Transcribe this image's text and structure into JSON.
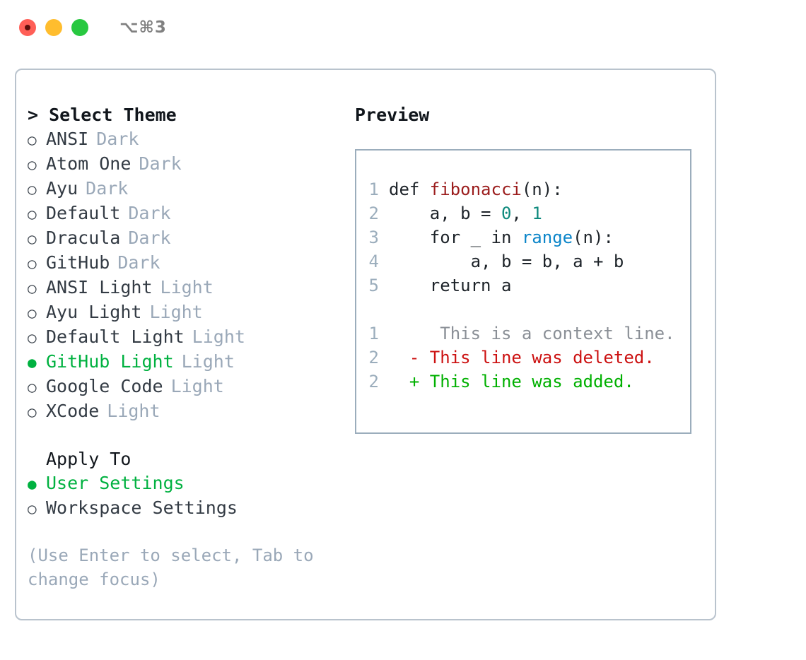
{
  "titlebar": {
    "shortcut": "⌥⌘3",
    "buttons": [
      {
        "name": "close",
        "color": "#ff5f57"
      },
      {
        "name": "minimize",
        "color": "#ffbd2e"
      },
      {
        "name": "maximize",
        "color": "#28c840"
      }
    ]
  },
  "theme_picker": {
    "header": "> Select Theme",
    "options": [
      {
        "marker": "○",
        "label": "ANSI",
        "kind": "Dark",
        "selected": false
      },
      {
        "marker": "○",
        "label": "Atom One",
        "kind": "Dark",
        "selected": false
      },
      {
        "marker": "○",
        "label": "Ayu",
        "kind": "Dark",
        "selected": false
      },
      {
        "marker": "○",
        "label": "Default",
        "kind": "Dark",
        "selected": false
      },
      {
        "marker": "○",
        "label": "Dracula",
        "kind": "Dark",
        "selected": false
      },
      {
        "marker": "○",
        "label": "GitHub",
        "kind": "Dark",
        "selected": false
      },
      {
        "marker": "○",
        "label": "ANSI Light",
        "kind": "Light",
        "selected": false
      },
      {
        "marker": "○",
        "label": "Ayu Light",
        "kind": "Light",
        "selected": false
      },
      {
        "marker": "○",
        "label": "Default Light",
        "kind": "Light",
        "selected": false
      },
      {
        "marker": "●",
        "label": "GitHub Light",
        "kind": "Light",
        "selected": true
      },
      {
        "marker": "○",
        "label": "Google Code",
        "kind": "Light",
        "selected": false
      },
      {
        "marker": "○",
        "label": "XCode",
        "kind": "Light",
        "selected": false
      }
    ]
  },
  "apply_to": {
    "title": "Apply To",
    "options": [
      {
        "marker": "●",
        "label": "User Settings",
        "selected": true
      },
      {
        "marker": "○",
        "label": "Workspace Settings",
        "selected": false
      }
    ]
  },
  "hint": "(Use Enter to select, Tab to change focus)",
  "preview": {
    "header": "Preview",
    "code_lines": [
      {
        "num": "1",
        "segments": [
          {
            "text": "def ",
            "style": "plain"
          },
          {
            "text": "fibonacci",
            "style": "fn"
          },
          {
            "text": "(n):",
            "style": "plain"
          }
        ]
      },
      {
        "num": "2",
        "segments": [
          {
            "text": "    a, b = ",
            "style": "plain"
          },
          {
            "text": "0",
            "style": "num"
          },
          {
            "text": ", ",
            "style": "plain"
          },
          {
            "text": "1",
            "style": "num"
          }
        ]
      },
      {
        "num": "3",
        "segments": [
          {
            "text": "    for _ in ",
            "style": "plain"
          },
          {
            "text": "range",
            "style": "call"
          },
          {
            "text": "(n):",
            "style": "plain"
          }
        ]
      },
      {
        "num": "4",
        "segments": [
          {
            "text": "        a, b = b, a + b",
            "style": "plain"
          }
        ]
      },
      {
        "num": "5",
        "segments": [
          {
            "text": "    return a",
            "style": "plain"
          }
        ]
      }
    ],
    "diff_lines": [
      {
        "num": "1",
        "marker": " ",
        "text": "  This is a context line.",
        "style": "ctx"
      },
      {
        "num": "2",
        "marker": "-",
        "text": " This line was deleted.",
        "style": "del"
      },
      {
        "num": "2",
        "marker": "+",
        "text": " This line was added.",
        "style": "add"
      }
    ]
  },
  "colors": {
    "accent_green": "#00b140",
    "muted": "#9aa8b8",
    "border": "#b9c3cd",
    "preview_border": "#9badbc",
    "diff_add": "#00b000",
    "diff_del": "#cc1111",
    "code_fn": "#9b1c1c",
    "code_num": "#0e8a7d",
    "code_call": "#0b85c9"
  }
}
